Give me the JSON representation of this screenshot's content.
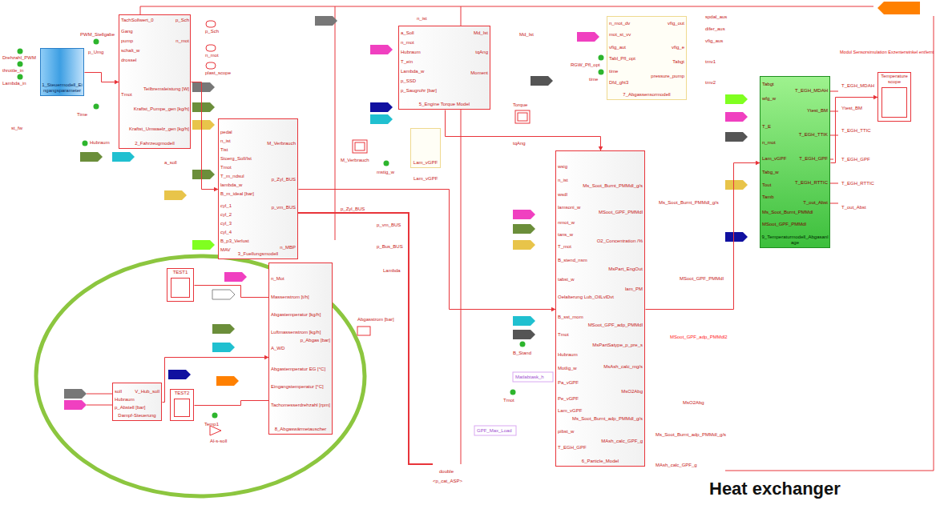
{
  "diagram": {
    "nodes": [
      {
        "text": [
          "1_Steuermodell_Eingangsparameter"
        ]
      },
      {
        "text": [
          "2_Fahrzeugmodell"
        ]
      },
      {
        "text": [
          "3_Fuellungsmodell"
        ]
      },
      {
        "text": [
          "5_Engine Torque Model"
        ]
      },
      {
        "text": [
          "7_Abgassensormodell"
        ]
      },
      {
        "text": [
          "Lam_vGPF"
        ]
      },
      {
        "text": [
          "8_Abgaswärmetauscher"
        ]
      },
      {
        "text": [
          "Dampf-Steuerung"
        ]
      },
      {
        "text": [
          "TEST1"
        ]
      },
      {
        "text": [
          "TEST2"
        ]
      },
      {
        "text": [
          "6_Particle_Model"
        ]
      },
      {
        "text": [
          "9_Temperaturmodell_Abgasanlage"
        ]
      },
      {
        "text": [
          "Temperature scope"
        ]
      }
    ],
    "edges": [
      {
        "from": 0,
        "to": 1,
        "arrow": "to"
      },
      {
        "from": 1,
        "to": 2,
        "arrow": "to"
      },
      {
        "from": 2,
        "to": 10,
        "arrow": "to"
      },
      {
        "from": 3,
        "to": 10,
        "arrow": "to"
      },
      {
        "from": 10,
        "to": 11,
        "arrow": "to"
      },
      {
        "from": 11,
        "to": 12,
        "arrow": "to"
      },
      {
        "from": 7,
        "to": 6,
        "arrow": "to"
      },
      {
        "from": 8,
        "to": 6,
        "arrow": "none"
      },
      {
        "from": 9,
        "to": 6,
        "arrow": "none"
      }
    ],
    "labels": [
      "Drehzahl_PWM",
      "throttle_in",
      "Lambda_in",
      "st_fw",
      "PWM_Stellgabe",
      "p_Umg",
      "Time",
      "Hubraum",
      "TachSollwert_0",
      "Gang",
      "pump",
      "schalt_w",
      "drossel",
      "Tmot",
      "p_Sch",
      "n_mot",
      "Teilbremsleistung [W]",
      "Kraftst_Pumpe_gen [kg/h]",
      "Kraftst_Umwaelz_gen [kg/h]",
      "p_Sch",
      "n_mot",
      "plast_scope",
      "a_soll",
      "pedal",
      "n_ist",
      "Tist",
      "Stoerg_Soll/Ist",
      "Tmot",
      "T_m_ndsul",
      "lambda_w",
      "B_m_ideal [bar]",
      "cyl_1",
      "cyl_2",
      "cyl_3",
      "cyl_4",
      "B_p3_Verlust",
      "MAV",
      "M_Verbrauch",
      "p_Zyl_BUS",
      "p_vm_BUS",
      "n_MBP",
      "M_Verbrauch",
      "p_Zyl_BUS",
      "p_vm_BUS",
      "p_Bus_BUS",
      "Lambda",
      "a_Soll",
      "n_mot",
      "Hubraum",
      "T_ein",
      "Lambda_w",
      "p_SSD",
      "p_Saugrohr [bar]",
      "Md_Ist",
      "tqAng",
      "Moment",
      "Md_Ist",
      "Torque",
      "tqAng",
      "n_ist",
      "n_mot_dv",
      "mot_st_vv",
      "vfig_aut",
      "Tabl_Pfl_opt",
      "time",
      "Dfd_ght3",
      "vfig_out",
      "vfig_e",
      "Tabgt",
      "pressure_pump",
      "spdal_aus",
      "difer_aus",
      "vfig_aus",
      "tmv1",
      "tmv2",
      "RGW_Pfl_opt",
      "time",
      "Lam_vGPF",
      "mstig_w",
      "n_Mot",
      "Massenstrom [t/h]",
      "Abgastemperatur [kg/h]",
      "Luftmassenstrom [kg/h]",
      "A_WD",
      "Abgastemperatur EG [°C]",
      "Eingangstemperatur [°C]",
      "Tachomesserdrehzahl [rpm]",
      "p_Abgas [bar]",
      "Abgasstrom [bar]",
      "soll",
      "Hubraum",
      "p_Abstell [bar]",
      "V_Hub_soll",
      "Temp1",
      "Al-s-soll",
      "wsig",
      "n_ist",
      "wsdl",
      "lamsoni_w",
      "nmot_w",
      "tans_w",
      "T_mot",
      "B_stend_nsm",
      "tabst_w",
      "Oelalterung Lub_OilLvlDvt",
      "B_sst_mom",
      "Tmot",
      "Hubraum",
      "Motlig_w",
      "Pa_vGPF",
      "Pe_vGPF",
      "Lam_vGPF",
      "pibst_w",
      "T_EGH_GPF",
      "Ms_Soot_Burnt_PMMdl_g/s",
      "MSoot_GPF_PMMdl",
      "O2_Concentration /%",
      "MsPart_EngOut",
      "lam_PM",
      "MSoot_GPF_adp_PMMdl",
      "MsPartSatype_p_pre_s",
      "MsAsh_calc_mg/s",
      "MsO2Abg",
      "Ms_Soot_Burnt_adp_PMMdl_g/s",
      "MAsh_calc_GPF_g",
      "Ms_Soot_Burnt_PMMdl_g/s",
      "MSoot_GPF_PMMdl",
      "MSoot_GPF_adp_PMMdl2",
      "MsO2Abg",
      "Ms_Soot_Burnt_adp_PMMdl_g/s",
      "MAsh_calc_GPF_g",
      "B_Stand",
      "Matlabtask_h",
      "Tmot",
      "GPF_Max_Load",
      "double",
      "<p_cat_ASP>",
      "Tabgt",
      "wfg_w",
      "T_E",
      "n_mot",
      "Lam_vGPF",
      "Tabg_w",
      "Tout",
      "Tamb",
      "Ms_Soot_Burnt_PMMdl",
      "MSoot_GPF_PMMdl",
      "T_EGH_MDAH",
      "Ytest_BM",
      "T_EGH_TTIK",
      "T_EGH_GPF",
      "T_EGH_RTTIC",
      "T_out_Abst",
      "T_EGH_MDAH",
      "Ytest_BM",
      "T_EGH_TTIC",
      "T_EGH_GPF",
      "T_EGH_RTTIC",
      "T_out_Abst",
      "Modul Sensorsimulation Exzenterwinkel entfernt",
      "Heat exchanger"
    ]
  }
}
